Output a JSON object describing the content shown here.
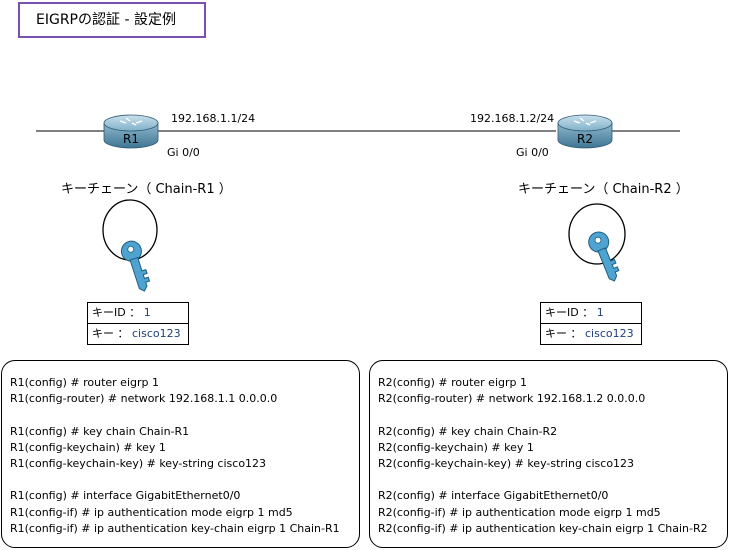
{
  "title": "EIGRPの認証 - 設定例",
  "routers": [
    {
      "name": "R1",
      "ip": "192.168.1.1/24",
      "interface": "Gi 0/0",
      "keychain_label": "キーチェーン（ Chain-R1 ）",
      "key_id_label": "キーID",
      "key_id_value": "1",
      "key_label": "キー",
      "key_value": "cisco123",
      "config": [
        "R1(config) # router eigrp 1",
        "R1(config-router) # network 192.168.1.1 0.0.0.0",
        "",
        "R1(config) # key chain Chain-R1",
        "R1(config-keychain) # key 1",
        "R1(config-keychain-key) # key-string cisco123",
        "",
        "R1(config) # interface GigabitEthernet0/0",
        "R1(config-if) # ip authentication mode eigrp 1 md5",
        "R1(config-if) # ip authentication key-chain eigrp 1 Chain-R1"
      ]
    },
    {
      "name": "R2",
      "ip": "192.168.1.2/24",
      "interface": "Gi 0/0",
      "keychain_label": "キーチェーン（ Chain-R2 ）",
      "key_id_label": "キーID",
      "key_id_value": "1",
      "key_label": "キー",
      "key_value": "cisco123",
      "config": [
        "R2(config) # router eigrp 1",
        "R2(config-router) # network 192.168.1.2 0.0.0.0",
        "",
        "R2(config) # key chain Chain-R2",
        "R2(config-keychain) # key 1",
        "R2(config-keychain-key) # key-string cisco123",
        "",
        "R2(config) # interface GigabitEthernet0/0",
        "R2(config-if) # ip authentication mode eigrp 1 md5",
        "R2(config-if) # ip authentication key-chain eigrp 1 Chain-R2"
      ]
    }
  ],
  "colors": {
    "title_border": "#7a4fb0",
    "router_body": "#5f95b3",
    "key_fill": "#4fa3d1",
    "key_value_text": "#1f3f7a"
  },
  "icons": [
    "router-icon",
    "key-icon",
    "keyring-icon"
  ]
}
